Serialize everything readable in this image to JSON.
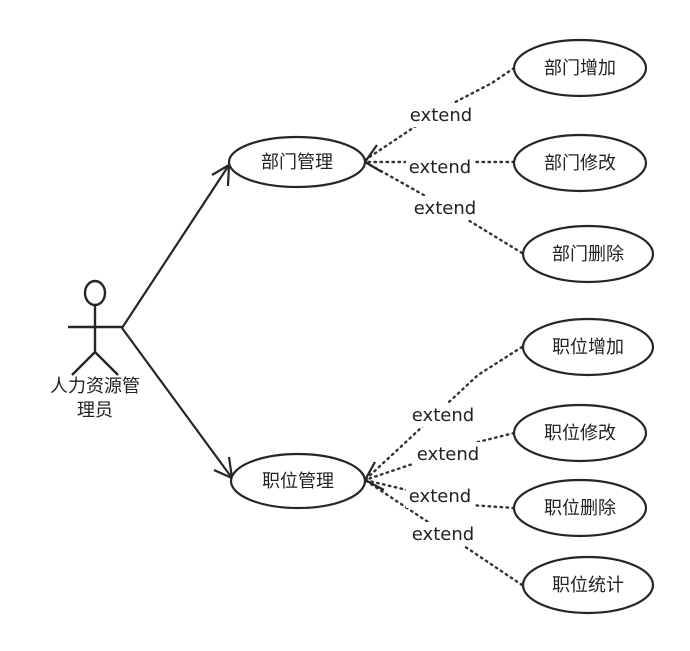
{
  "actor": {
    "label_line1": "人力资源管",
    "label_line2": "理员"
  },
  "use_cases": {
    "dept_mgmt": "部门管理",
    "dept_add": "部门增加",
    "dept_edit": "部门修改",
    "dept_delete": "部门删除",
    "pos_mgmt": "职位管理",
    "pos_add": "职位增加",
    "pos_edit": "职位修改",
    "pos_delete": "职位删除",
    "pos_stats": "职位统计"
  },
  "relations": {
    "extend_label": "extend"
  }
}
